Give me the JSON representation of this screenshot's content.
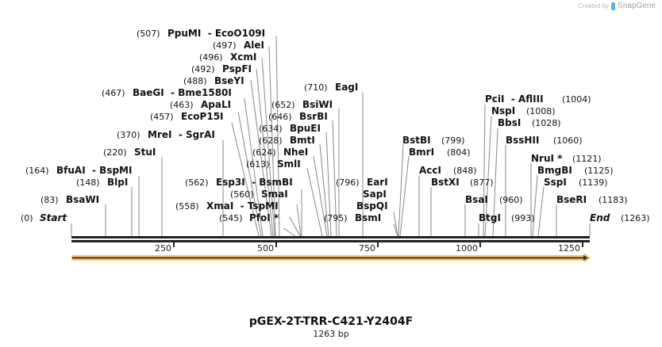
{
  "credit": {
    "prefix": "Created by",
    "brand": "SnapGene"
  },
  "map": {
    "name": "pGEX-2T-TRR-C421-Y2404F",
    "length_label": "1263 bp",
    "length": 1263,
    "colors": {
      "backbone": "#222222",
      "feature_fill": "#ffc96b",
      "feature_line": "#333333",
      "leader": "#888888"
    },
    "ticks": [
      "250",
      "500",
      "750",
      "1000",
      "1250"
    ]
  },
  "sites": [
    {
      "pos": "(0)",
      "name": "Start",
      "italic": true
    },
    {
      "pos": "(83)",
      "name": "BsaWI"
    },
    {
      "pos": "(148)",
      "name": "BlpI"
    },
    {
      "pos": "(164)",
      "name": "BfuAI  - BspMI"
    },
    {
      "pos": "(220)",
      "name": "StuI"
    },
    {
      "pos": "(370)",
      "name": "MreI  - SgrAI"
    },
    {
      "pos": "(457)",
      "name": "EcoP15I"
    },
    {
      "pos": "(463)",
      "name": "ApaLI"
    },
    {
      "pos": "(467)",
      "name": "BaeGI  - Bme1580I"
    },
    {
      "pos": "(488)",
      "name": "BseYI"
    },
    {
      "pos": "(492)",
      "name": "PspFI"
    },
    {
      "pos": "(496)",
      "name": "XcmI"
    },
    {
      "pos": "(497)",
      "name": "AleI"
    },
    {
      "pos": "(507)",
      "name": "PpuMI  - EcoO109I"
    },
    {
      "pos": "(545)",
      "name": "PfoI *"
    },
    {
      "pos": "(558)",
      "name": "XmaI  - TspMI"
    },
    {
      "pos": "(560)",
      "name": "SmaI"
    },
    {
      "pos": "(562)",
      "name": "Esp3I  - BsmBI"
    },
    {
      "pos": "(613)",
      "name": "SmlI"
    },
    {
      "pos": "(624)",
      "name": "NheI"
    },
    {
      "pos": "(628)",
      "name": "BmtI"
    },
    {
      "pos": "(634)",
      "name": "BpuEI"
    },
    {
      "pos": "(646)",
      "name": "BsrBI"
    },
    {
      "pos": "(652)",
      "name": "BsiWI"
    },
    {
      "pos": "(710)",
      "name": "EagI"
    },
    {
      "pos": "(795)",
      "name": "BsmI"
    },
    {
      "pos": "",
      "name": "BspQI"
    },
    {
      "pos": "",
      "name": "SapI"
    },
    {
      "pos": "(796)",
      "name": "EarI"
    },
    {
      "pos": "(799)",
      "name": "BstBI"
    },
    {
      "pos": "(804)",
      "name": "BmrI"
    },
    {
      "pos": "(848)",
      "name": "AccI"
    },
    {
      "pos": "(877)",
      "name": "BstXI"
    },
    {
      "pos": "(960)",
      "name": "BsaI"
    },
    {
      "pos": "(993)",
      "name": "BtgI"
    },
    {
      "pos": "(1004)",
      "name": "PciI  - AflIII"
    },
    {
      "pos": "(1008)",
      "name": "NspI"
    },
    {
      "pos": "(1028)",
      "name": "BbsI"
    },
    {
      "pos": "(1060)",
      "name": "BssHII"
    },
    {
      "pos": "(1121)",
      "name": "NruI *"
    },
    {
      "pos": "(1125)",
      "name": "BmgBI"
    },
    {
      "pos": "(1139)",
      "name": "SspI"
    },
    {
      "pos": "(1183)",
      "name": "BseRI"
    },
    {
      "pos": "(1263)",
      "name": "End",
      "italic": true
    }
  ]
}
